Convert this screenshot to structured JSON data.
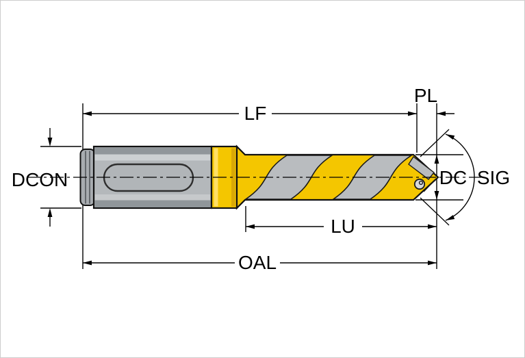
{
  "page": {
    "background": "#ffffff",
    "border_color": "#cccccc"
  },
  "diagram": {
    "name": "drill-dimension-diagram",
    "subject": "side view of indexable-insert drill with dimension callouts",
    "labels": {
      "lf": "LF",
      "pl": "PL",
      "dcon": "DCON",
      "dc": "DC",
      "sig": "SIG",
      "lu": "LU",
      "oal": "OAL"
    },
    "colors": {
      "tool_yellow": "#f4c600",
      "steel_gray": "#b4b8bb",
      "flute_gray": "#b9bcbf",
      "outline": "#111111",
      "dimension_line": "#000000"
    }
  }
}
